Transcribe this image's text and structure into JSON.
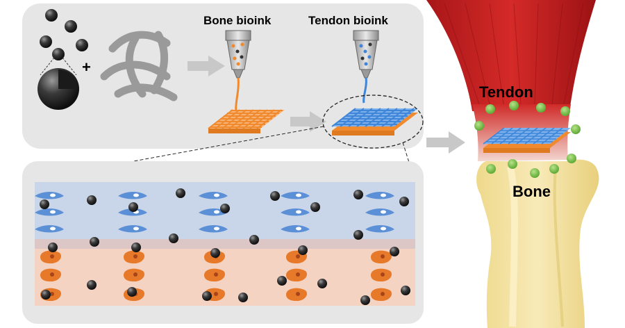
{
  "labels": {
    "bone_bioink": "Bone bioink",
    "tendon_bioink": "Tendon bioink",
    "tendon": "Tendon",
    "bone": "Bone",
    "plus": "+"
  },
  "colors": {
    "panel_bg": "#e6e6e6",
    "tendon_layer": "#c9d6ea",
    "bone_layer": "#f5d3c3",
    "interface_layer": "#dcc6c6",
    "orange_mesh": "#f08a2c",
    "blue_mesh": "#3f86d8",
    "muscle_red": "#c41e20",
    "bone_yellow": "#f3e2a0",
    "green_dots": "#7cc24a",
    "arrow_gray": "#c8c8c8"
  },
  "icons": [
    "nanoparticle-icon",
    "polymer-network-icon",
    "extrusion-nozzle-icon",
    "tendon-cell-icon",
    "bone-cell-icon"
  ]
}
